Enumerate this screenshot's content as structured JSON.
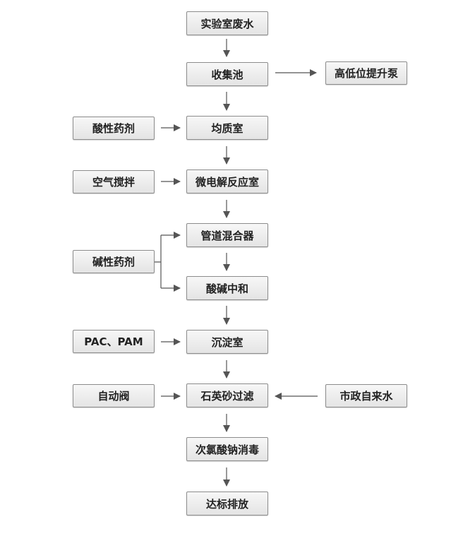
{
  "nodes": {
    "lab_wastewater": "实验室废水",
    "collection_tank": "收集池",
    "high_low_pump": "高低位提升泵",
    "acid_agent": "酸性药剂",
    "equalization": "均质室",
    "air_stirring": "空气搅拌",
    "micro_electrolysis": "微电解反应室",
    "alkaline_agent": "碱性药剂",
    "pipe_mixer": "管道混合器",
    "acid_base_neutral": "酸碱中和",
    "pac_pam": "PAC、PAM",
    "sedimentation": "沉淀室",
    "auto_valve": "自动阀",
    "sand_filter": "石英砂过滤",
    "municipal_water": "市政自来水",
    "hypochlorite": "次氯酸钠消毒",
    "discharge": "达标排放"
  }
}
